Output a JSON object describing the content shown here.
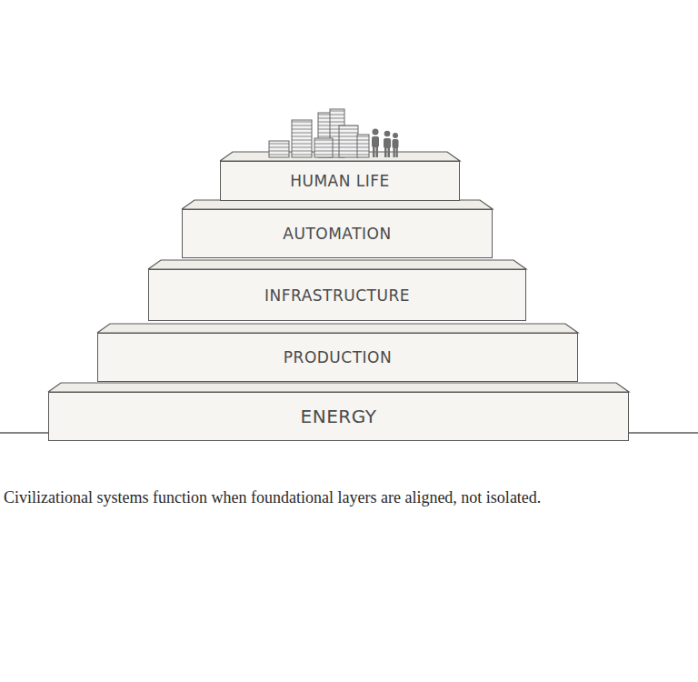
{
  "diagram": {
    "caption": "Civilizational systems function when foundational layers are aligned, not isolated.",
    "nodes": [
      {
        "text": [
          "HUMAN LIFE"
        ]
      },
      {
        "text": [
          "AUTOMATION"
        ]
      },
      {
        "text": [
          "INFRASTRUCTURE"
        ]
      },
      {
        "text": [
          "PRODUCTION"
        ]
      },
      {
        "text": [
          "ENERGY"
        ]
      }
    ]
  }
}
